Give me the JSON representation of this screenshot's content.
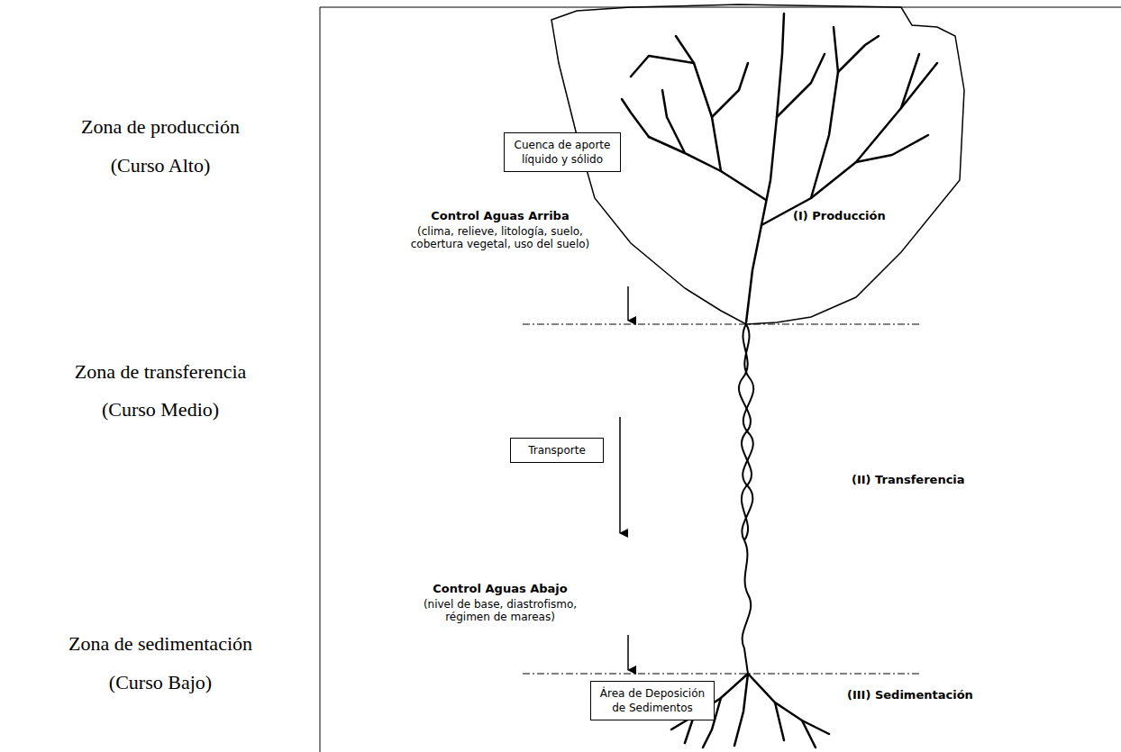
{
  "diagram": {
    "nodes": [
      {
        "text": [
          "Cuenca de aporte líquido y sólido"
        ]
      },
      {
        "text": [
          "Transporte"
        ]
      },
      {
        "text": [
          "Área de Deposición de Sedimentos"
        ]
      }
    ],
    "labels": [
      "Zona de producción",
      "(Curso Alto)",
      "Zona de transferencia",
      "(Curso Medio)",
      "Zona de sedimentación",
      "(Curso Bajo)",
      "Control Aguas Arriba",
      "(clima, relieve, litología, suelo, cobertura vegetal, uso del suelo)",
      "(I) Producción",
      "(II) Transferencia",
      "Control Aguas Abajo",
      "(nivel de base, diastrofismo, régimen de mareas)",
      "(III) Sedimentación"
    ]
  }
}
